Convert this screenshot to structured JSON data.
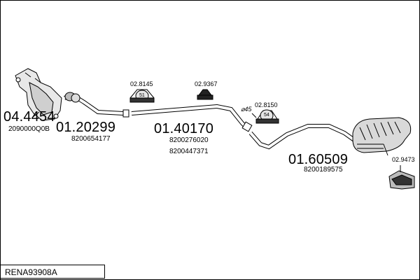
{
  "diagram_code": "RENA93908A",
  "parts": [
    {
      "code": "04.4454",
      "refs": [
        "2090000Q0B"
      ]
    },
    {
      "code": "01.20299",
      "refs": [
        "8200654177"
      ]
    },
    {
      "code": "01.40170",
      "refs": [
        "8200276020",
        "8200447371"
      ]
    },
    {
      "code": "01.60509",
      "refs": [
        "8200189575"
      ]
    }
  ],
  "mounts": [
    {
      "code": "02.8145",
      "badge": "51"
    },
    {
      "code": "02.9367"
    },
    {
      "code": "02.8150",
      "badge": "54"
    },
    {
      "code": "02.9473"
    }
  ],
  "diameter_label": "⌀45"
}
